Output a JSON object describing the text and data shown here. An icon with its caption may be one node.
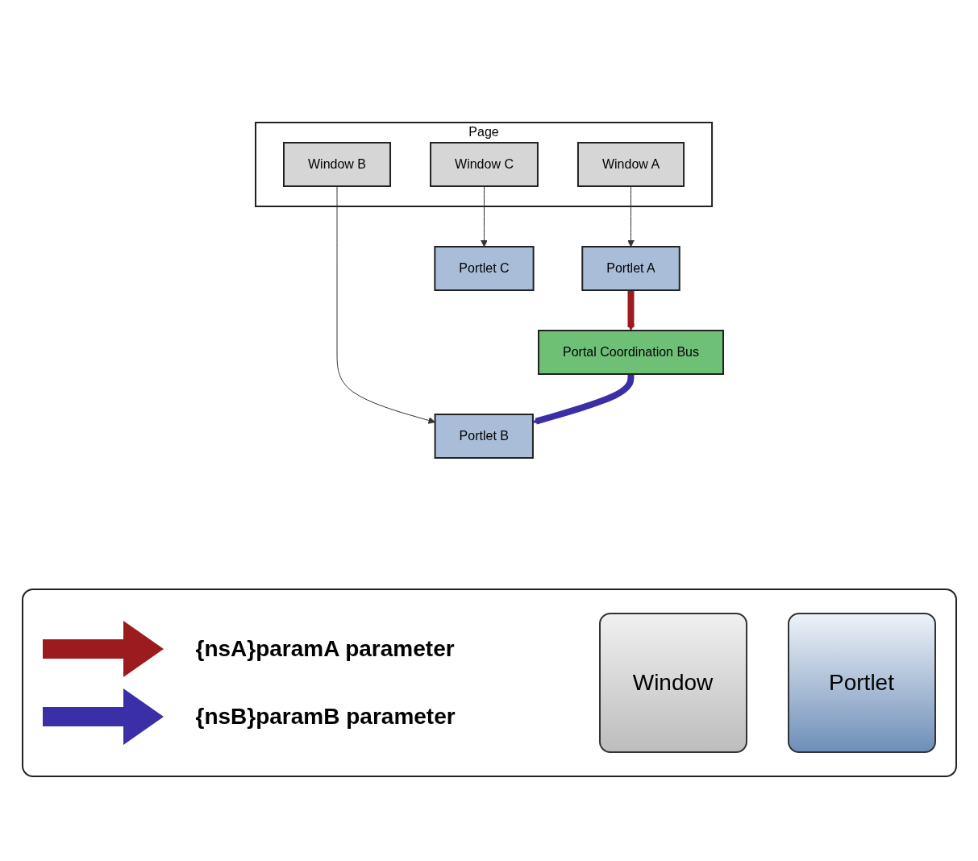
{
  "diagram": {
    "nodes": [
      {
        "text": [
          "Portlet A"
        ]
      },
      {
        "text": [
          "Portlet B"
        ]
      },
      {
        "text": [
          "Portlet C"
        ]
      },
      {
        "text": [
          "Page"
        ]
      },
      {
        "text": [
          "Window C"
        ],
        "in": 3
      },
      {
        "text": [
          "Window A"
        ],
        "in": 3
      },
      {
        "text": [
          "Window B"
        ],
        "in": 3
      },
      {
        "text": [
          "Portal Coordination Bus"
        ]
      }
    ],
    "edges": [
      {
        "from": 5,
        "to": 0,
        "arrow": "to"
      },
      {
        "from": 6,
        "to": 1,
        "arrow": "to"
      },
      {
        "from": 4,
        "to": 2,
        "arrow": "to"
      },
      {
        "from": 0,
        "to": 7,
        "arrow": "to",
        "style": "thick",
        "color": "#9b1b1e"
      },
      {
        "from": 7,
        "to": 1,
        "arrow": "to",
        "style": "thick",
        "color": "#3a2fa6"
      }
    ],
    "legend": [
      {
        "text": "{nsA}paramA parameter",
        "color": "#9b1b1e"
      },
      {
        "text": "{nsB}paramB parameter",
        "color": "#3a2fa6"
      },
      {
        "text": "Window"
      },
      {
        "text": "Portlet"
      }
    ]
  }
}
